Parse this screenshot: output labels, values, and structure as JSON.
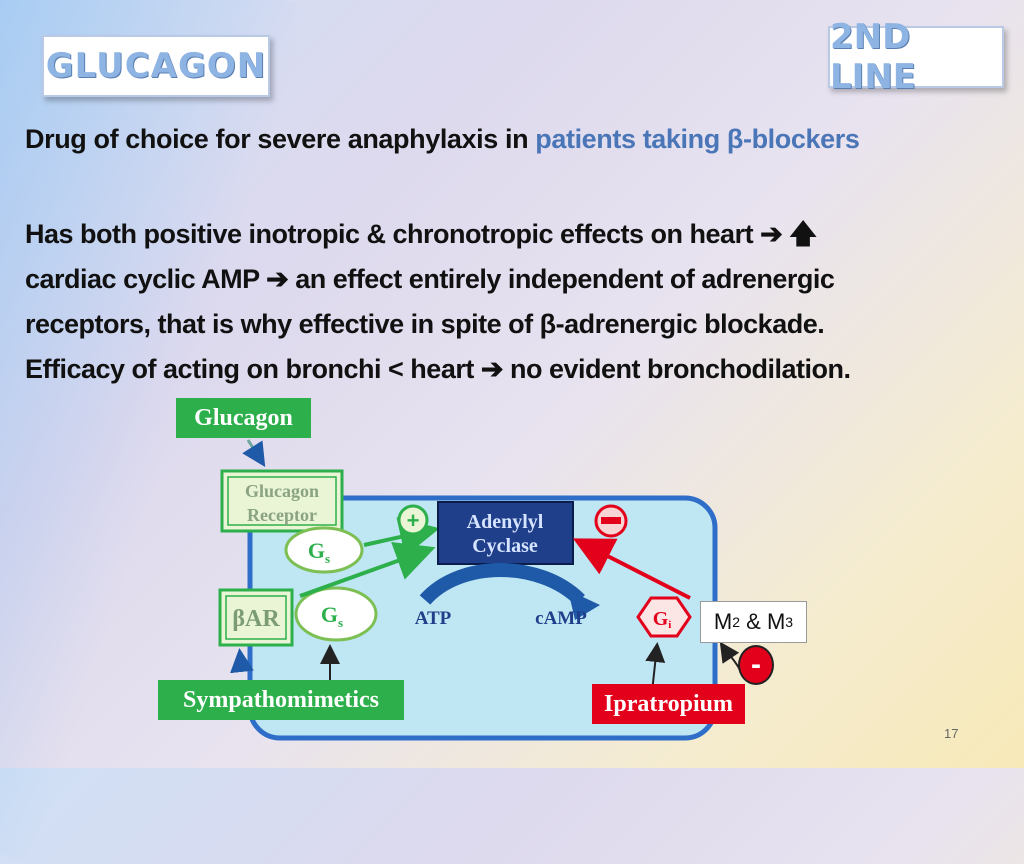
{
  "header": {
    "title": "GLUCAGON",
    "badge": "2ND LINE"
  },
  "intro": {
    "text": "Drug of choice for severe anaphylaxis in ",
    "highlight": "patients taking β-blockers"
  },
  "paragraph": {
    "lines": [
      "Has both positive inotropic & chronotropic effects on heart ➔ 🡅",
      "cardiac cyclic AMP ➔ an effect entirely independent of adrenergic",
      "receptors, that is why effective in spite of β-adrenergic blockade.",
      "Efficacy of acting on bronchi < heart ➔ no evident bronchodilation."
    ]
  },
  "diagram": {
    "glucagon_label": "Glucagon",
    "receptor_line1": "Glucagon",
    "receptor_line2": "Receptor",
    "bar_label": "βAR",
    "gs": "G",
    "gs_sub": "s",
    "gi": "G",
    "gi_sub": "i",
    "plus": "+",
    "minus": "−",
    "enzyme_line1": "Adenylyl",
    "enzyme_line2": "Cyclase",
    "atp": "ATP",
    "camp": "cAMP",
    "sympathomimetics": "Sympathomimetics",
    "ipratropium": "Ipratropium",
    "m_label_prefix": "M",
    "m_sub1": "2",
    "m_amp": " & M",
    "m_sub2": "3",
    "antagonist_sign": "-"
  },
  "footer": {
    "page_number": "17"
  },
  "colors": {
    "green": "#2db04b",
    "red": "#e3001b",
    "cell_fill": "#bfe6f3",
    "cell_border": "#2e6ec8",
    "enzyme_fill": "#1f3f8a"
  }
}
